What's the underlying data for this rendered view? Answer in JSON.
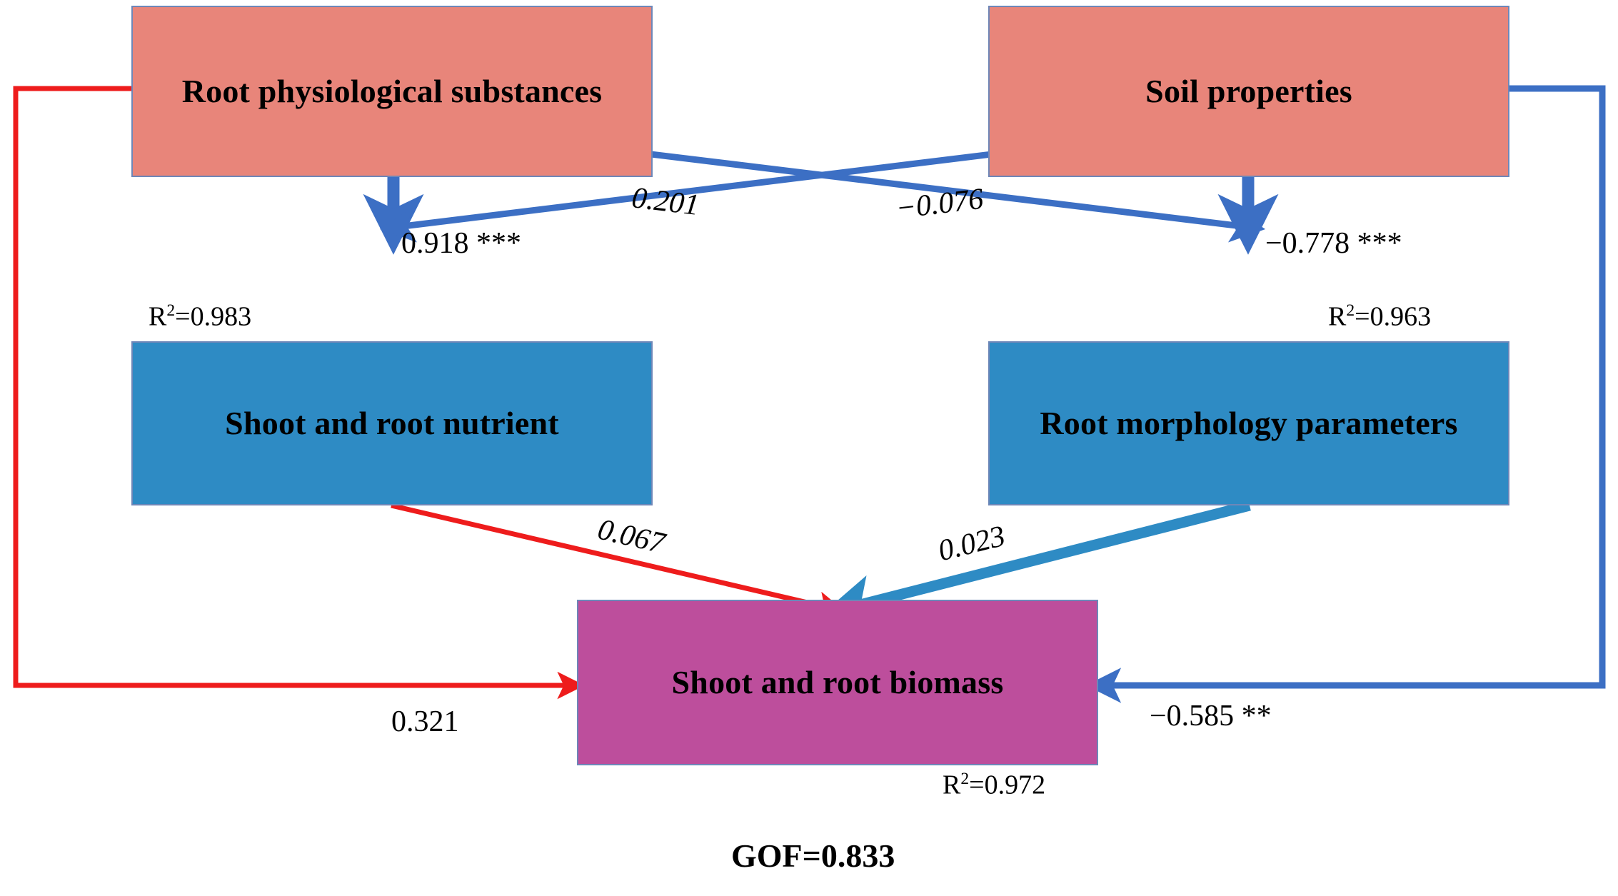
{
  "diagram": {
    "type": "structural-equation-model-path-diagram",
    "goodness_of_fit_label": "GOF=0.833",
    "goodness_of_fit_value": 0.833,
    "colors": {
      "exogenous_box": "#E8857A",
      "mediator_box": "#2E8BC4",
      "outcome_box": "#BD4E9C",
      "box_border": "#6E87B8",
      "positive_path_blue": "#3C6FC4",
      "positive_path_lightblue": "#2E8BC4",
      "positive_path_red": "#EE1C1C",
      "text": "#000000",
      "background": "#FFFFFF"
    }
  },
  "nodes": [
    {
      "id": "root_physiological_substances",
      "label": "Root physiological substances",
      "fill": "pink",
      "r2": null
    },
    {
      "id": "soil_properties",
      "label": "Soil properties",
      "fill": "pink",
      "r2": null
    },
    {
      "id": "shoot_and_root_nutrient",
      "label": "Shoot and root nutrient",
      "fill": "blue",
      "r2": "R2=0.983",
      "r2_value": 0.983
    },
    {
      "id": "root_morphology_parameters",
      "label": "Root morphology parameters",
      "fill": "blue",
      "r2": "R2=0.963",
      "r2_value": 0.963
    },
    {
      "id": "shoot_and_root_biomass",
      "label": "Shoot and root biomass",
      "fill": "purple",
      "r2": "R2=0.972",
      "r2_value": 0.972
    }
  ],
  "r2_labels": {
    "nutrient": {
      "prefix": "R",
      "sup": "2",
      "rest": "=0.983"
    },
    "morphology": {
      "prefix": "R",
      "sup": "2",
      "rest": "=0.963"
    },
    "biomass": {
      "prefix": "R",
      "sup": "2",
      "rest": "=0.972"
    }
  },
  "paths": [
    {
      "id": "p1",
      "from": "root_physiological_substances",
      "to": "shoot_and_root_nutrient",
      "label": "0.918 ***",
      "coefficient": 0.918,
      "significance": "***",
      "style": "upright",
      "color": "#3C6FC4",
      "weight": "thick"
    },
    {
      "id": "p2",
      "from": "root_physiological_substances",
      "to": "root_morphology_parameters",
      "label": "0.201",
      "coefficient": 0.201,
      "significance": "",
      "style": "italic",
      "color": "#3C6FC4",
      "weight": "thin"
    },
    {
      "id": "p3",
      "from": "soil_properties",
      "to": "shoot_and_root_nutrient",
      "label": "-0.076",
      "coefficient": -0.076,
      "significance": "",
      "style": "italic",
      "color": "#3C6FC4",
      "weight": "thin"
    },
    {
      "id": "p4",
      "from": "soil_properties",
      "to": "root_morphology_parameters",
      "label": "-0.778 ***",
      "coefficient": -0.778,
      "significance": "***",
      "style": "upright",
      "color": "#3C6FC4",
      "weight": "thick"
    },
    {
      "id": "p5",
      "from": "shoot_and_root_nutrient",
      "to": "shoot_and_root_biomass",
      "label": "0.067",
      "coefficient": 0.067,
      "significance": "",
      "style": "italic",
      "color": "#EE1C1C",
      "weight": "thin"
    },
    {
      "id": "p6",
      "from": "root_morphology_parameters",
      "to": "shoot_and_root_biomass",
      "label": "0.023",
      "coefficient": 0.023,
      "significance": "",
      "style": "italic",
      "color": "#2E8BC4",
      "weight": "thick"
    },
    {
      "id": "p7",
      "from": "root_physiological_substances",
      "to": "shoot_and_root_biomass",
      "label": "0.321",
      "coefficient": 0.321,
      "significance": "",
      "style": "upright",
      "color": "#EE1C1C",
      "weight": "thin"
    },
    {
      "id": "p8",
      "from": "soil_properties",
      "to": "shoot_and_root_biomass",
      "label": "-0.585 **",
      "coefficient": -0.585,
      "significance": "**",
      "style": "upright",
      "color": "#3C6FC4",
      "weight": "thin"
    }
  ],
  "labels": {
    "p1": "0.918 ***",
    "p2": "0.201",
    "p3": "−0.076",
    "p4": "−0.778 ***",
    "p5": "0.067",
    "p6": "0.023",
    "p7": "0.321",
    "p8": "−0.585 **",
    "gof": "GOF=0.833"
  }
}
